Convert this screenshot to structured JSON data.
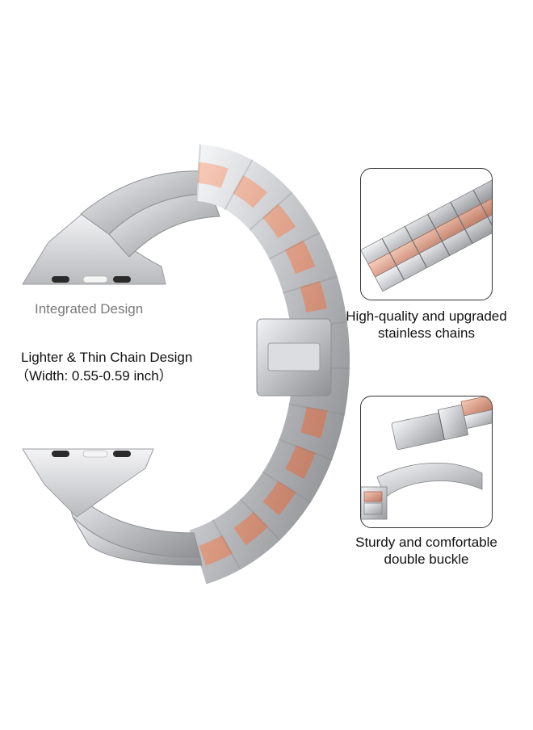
{
  "labels": {
    "integrated": "Integrated Design",
    "lighter_line1": "Lighter & Thin Chain Design",
    "lighter_line2": "（Width: 0.55-0.59 inch）",
    "quality_line1": "High-quality and upgraded",
    "quality_line2": "stainless chains",
    "buckle_line1": "Sturdy and comfortable",
    "buckle_line2": "double buckle"
  },
  "colors": {
    "silver": "#c9cbcf",
    "silver_dark": "#9a9ca0",
    "rose_gold": "#e3a58e",
    "rose_dark": "#c9846d",
    "connector": "#e1e2e4",
    "pin": "#2b2b2b"
  }
}
